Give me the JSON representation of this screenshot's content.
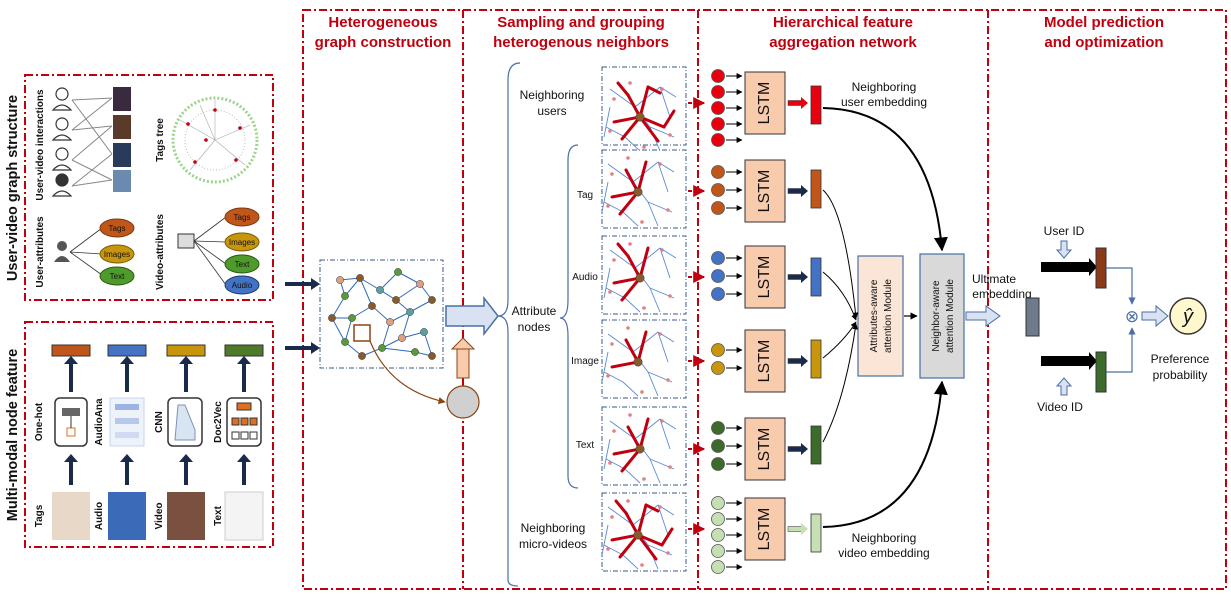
{
  "colors": {
    "dash_red": "#c0000e",
    "user": "#e8000e",
    "tag": "#c0561a",
    "audio": "#4472c4",
    "image": "#c8960c",
    "text": "#3d6b2c",
    "video": "#c6e0b4",
    "lstm_fill": "#f8cbad",
    "attn_fill": "#fbe5d6",
    "neigh_attn_fill": "#d9d9d9",
    "ultimate": "#6d7b8d"
  },
  "sections": {
    "graph_structure": "User-video graph structure",
    "multimodal": "Multi-modal node feature",
    "hetero": [
      "Heterogeneous",
      "graph construction"
    ],
    "sampling": [
      "Sampling and grouping",
      "heterogenous neighbors"
    ],
    "hierarchical": [
      "Hierarchical feature",
      "aggregation network"
    ],
    "prediction": [
      "Model prediction",
      "and optimization"
    ]
  },
  "left": {
    "user_video_interactions": "User-video interactions",
    "tags_tree": "Tags tree",
    "user_attributes": "User-attributes",
    "video_attributes": "Video-attributes",
    "attr_items": [
      "Tags",
      "Images",
      "Text"
    ],
    "video_attr_items": [
      "Tags",
      "Images",
      "Text",
      "Audio"
    ],
    "models": [
      "One-hot",
      "AudioAna",
      "CNN",
      "Doc2Vec"
    ],
    "inputs": [
      "Tags",
      "Audio",
      "Video",
      "Text"
    ]
  },
  "middle": {
    "neighboring_users": [
      "Neighboring",
      "users"
    ],
    "attribute_nodes": [
      "Attribute",
      "nodes"
    ],
    "attr_types": [
      "Tag",
      "Audio",
      "Image",
      "Text"
    ],
    "neighboring_videos": [
      "Neighboring",
      "micro-videos"
    ]
  },
  "network": {
    "lstm": "LSTM",
    "user_embedding": [
      "Neighboring",
      "user embedding"
    ],
    "video_embedding": [
      "Neighboring",
      "video embedding"
    ],
    "attr_attention": [
      "Attributes-aware",
      "attention  Module"
    ],
    "neigh_attention": [
      "Neighbor-aware",
      "attention  Module"
    ],
    "ultimate": [
      "Ultimate",
      "embedding"
    ]
  },
  "prediction": {
    "user_id": "User ID",
    "video_id": "Video ID",
    "yhat": "ŷ",
    "otimes": "⊗",
    "output": [
      "Preference",
      "probability"
    ]
  }
}
